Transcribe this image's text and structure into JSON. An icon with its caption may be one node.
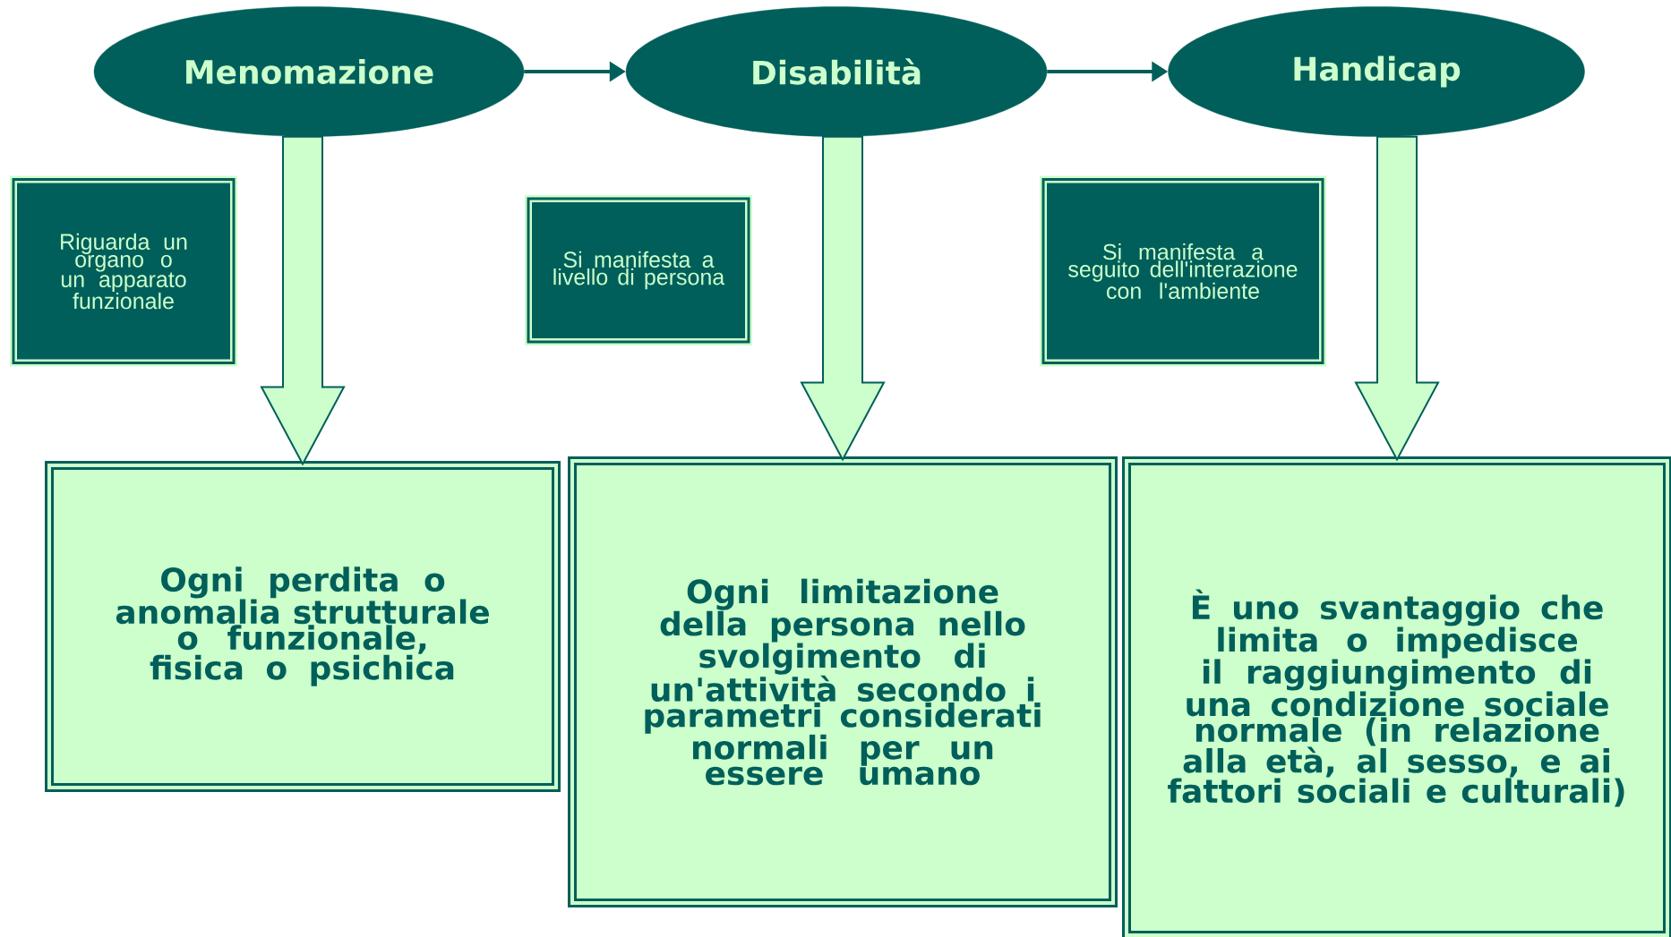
{
  "diagram": {
    "nodes": [
      {
        "text": [
          "Menomazione"
        ]
      },
      {
        "text": [
          "Disabilità"
        ]
      },
      {
        "text": [
          "Handicap"
        ]
      },
      {
        "text": [
          "Riguarda un organo o un apparato funzionale"
        ]
      },
      {
        "text": [
          "Si manifesta a livello di persona"
        ]
      },
      {
        "text": [
          "Si manifesta a seguito dell'interazione con l'ambiente"
        ]
      },
      {
        "text": [
          "Ogni perdita o anomalia strutturale o funzionale, fisica o psichica"
        ]
      },
      {
        "text": [
          "Ogni limitazione della persona nello svolgimento di un'attività secondo i parametri considerati normali per un essere umano"
        ]
      },
      {
        "text": [
          "È uno svantaggio che limita o impedisce il raggiungimento di una condizione sociale normale (in relazione alla età, al sesso, e ai fattori sociali e culturali)"
        ]
      }
    ],
    "edges": [
      {
        "from": 0,
        "to": 1,
        "arrow": "to"
      },
      {
        "from": 1,
        "to": 2,
        "arrow": "to"
      },
      {
        "from": 0,
        "to": 6,
        "arrow": "to",
        "style": "thick"
      },
      {
        "from": 1,
        "to": 7,
        "arrow": "to",
        "style": "thick"
      },
      {
        "from": 2,
        "to": 8,
        "arrow": "to",
        "style": "thick"
      }
    ]
  }
}
